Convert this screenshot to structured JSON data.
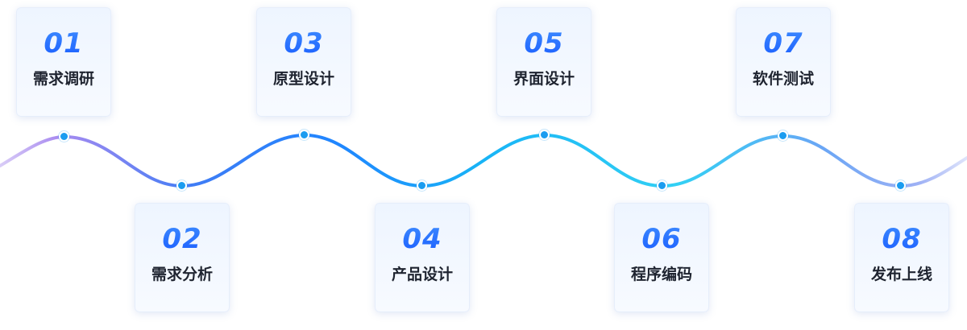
{
  "steps": [
    {
      "num": "01",
      "label": "需求调研"
    },
    {
      "num": "02",
      "label": "需求分析"
    },
    {
      "num": "03",
      "label": "原型设计"
    },
    {
      "num": "04",
      "label": "产品设计"
    },
    {
      "num": "05",
      "label": "界面设计"
    },
    {
      "num": "06",
      "label": "程序编码"
    },
    {
      "num": "07",
      "label": "软件测试"
    },
    {
      "num": "08",
      "label": "发布上线"
    }
  ],
  "colors": {
    "wave_start": "#a98bf0",
    "wave_mid1": "#2a7bff",
    "wave_mid2": "#2cc9f2",
    "wave_end": "#b9c5f7",
    "dot": "#1a9cf0",
    "number": "#2a6dff",
    "label": "#1f2430"
  }
}
